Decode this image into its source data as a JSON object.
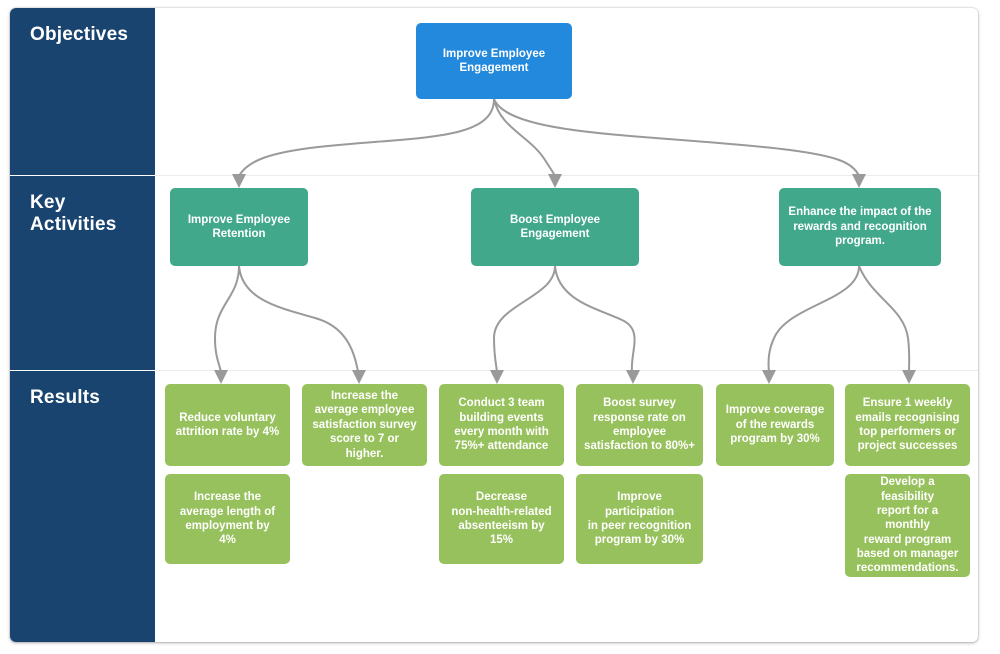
{
  "diagram": {
    "title": "Employee Engagement Objectives Tree",
    "colors": {
      "lane_label_bg": "#1a4470",
      "objective": "#2289dd",
      "activity": "#41a88b",
      "result": "#97c15c",
      "connector": "#9a9a9a",
      "canvas": "#ffffff"
    }
  },
  "lanes": [
    {
      "id": "objectives",
      "label": "Objectives"
    },
    {
      "id": "key-activities",
      "label": "Key\nActivities"
    },
    {
      "id": "results",
      "label": "Results"
    }
  ],
  "objectives": [
    {
      "id": "obj-1",
      "label": "Improve Employee\nEngagement"
    }
  ],
  "key_activities": [
    {
      "id": "act-1",
      "label": "Improve Employee\nRetention"
    },
    {
      "id": "act-2",
      "label": "Boost Employee\nEngagement"
    },
    {
      "id": "act-3",
      "label": "Enhance the impact of the\nrewards and recognition\nprogram."
    }
  ],
  "results": [
    {
      "id": "res-1",
      "parent": "act-1",
      "label": "Reduce voluntary\nattrition rate by 4%"
    },
    {
      "id": "res-2",
      "parent": "act-1",
      "label": "Increase the\naverage employee\nsatisfaction survey\nscore to 7 or higher."
    },
    {
      "id": "res-3",
      "parent": "act-1",
      "label": "Increase the\naverage length of\nemployment by\n4%"
    },
    {
      "id": "res-4",
      "parent": "act-2",
      "label": "Conduct 3 team\nbuilding events\nevery month with\n75%+ attendance"
    },
    {
      "id": "res-5",
      "parent": "act-2",
      "label": "Boost survey\nresponse rate on\nemployee\nsatisfaction to 80%+"
    },
    {
      "id": "res-6",
      "parent": "act-2",
      "label": "Decrease\nnon-health-related\nabsenteeism by\n15%"
    },
    {
      "id": "res-7",
      "parent": "act-2",
      "label": "Improve participation\nin peer recognition\nprogram by 30%"
    },
    {
      "id": "res-8",
      "parent": "act-3",
      "label": "Improve coverage\nof the rewards\nprogram by 30%"
    },
    {
      "id": "res-9",
      "parent": "act-3",
      "label": "Ensure 1 weekly\nemails recognising\ntop performers or\nproject successes"
    },
    {
      "id": "res-10",
      "parent": "act-3",
      "label": "Develop a feasibility\nreport for a monthly\nreward program\nbased on manager\nrecommendations."
    }
  ]
}
